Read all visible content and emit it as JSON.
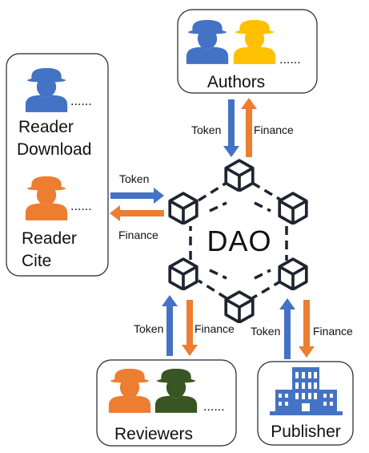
{
  "authors": {
    "label": "Authors",
    "ellipsis": "......"
  },
  "reader_download": {
    "label_line1": "Reader",
    "label_line2": "Download",
    "ellipsis": "......"
  },
  "reader_cite": {
    "label_line1": "Reader",
    "label_line2": "Cite",
    "ellipsis": "......"
  },
  "reviewers": {
    "label": "Reviewers",
    "ellipsis": "......"
  },
  "publisher": {
    "label": "Publisher"
  },
  "dao": {
    "label": "DAO"
  },
  "arrow_labels": {
    "authors_token": "Token",
    "authors_finance": "Finance",
    "readers_token": "Token",
    "readers_finance": "Finance",
    "reviewers_token": "Token",
    "reviewers_finance": "Finance",
    "publisher_token": "Token",
    "publisher_finance": "Finance"
  },
  "colors": {
    "token_arrow": "#4472c4",
    "finance_arrow": "#ed7d31",
    "person_blue": "#4472c4",
    "person_yellow": "#ffc000",
    "person_orange": "#ed7d31",
    "person_green": "#375623",
    "building_blue": "#4472c4",
    "outline": "#1f2430"
  }
}
